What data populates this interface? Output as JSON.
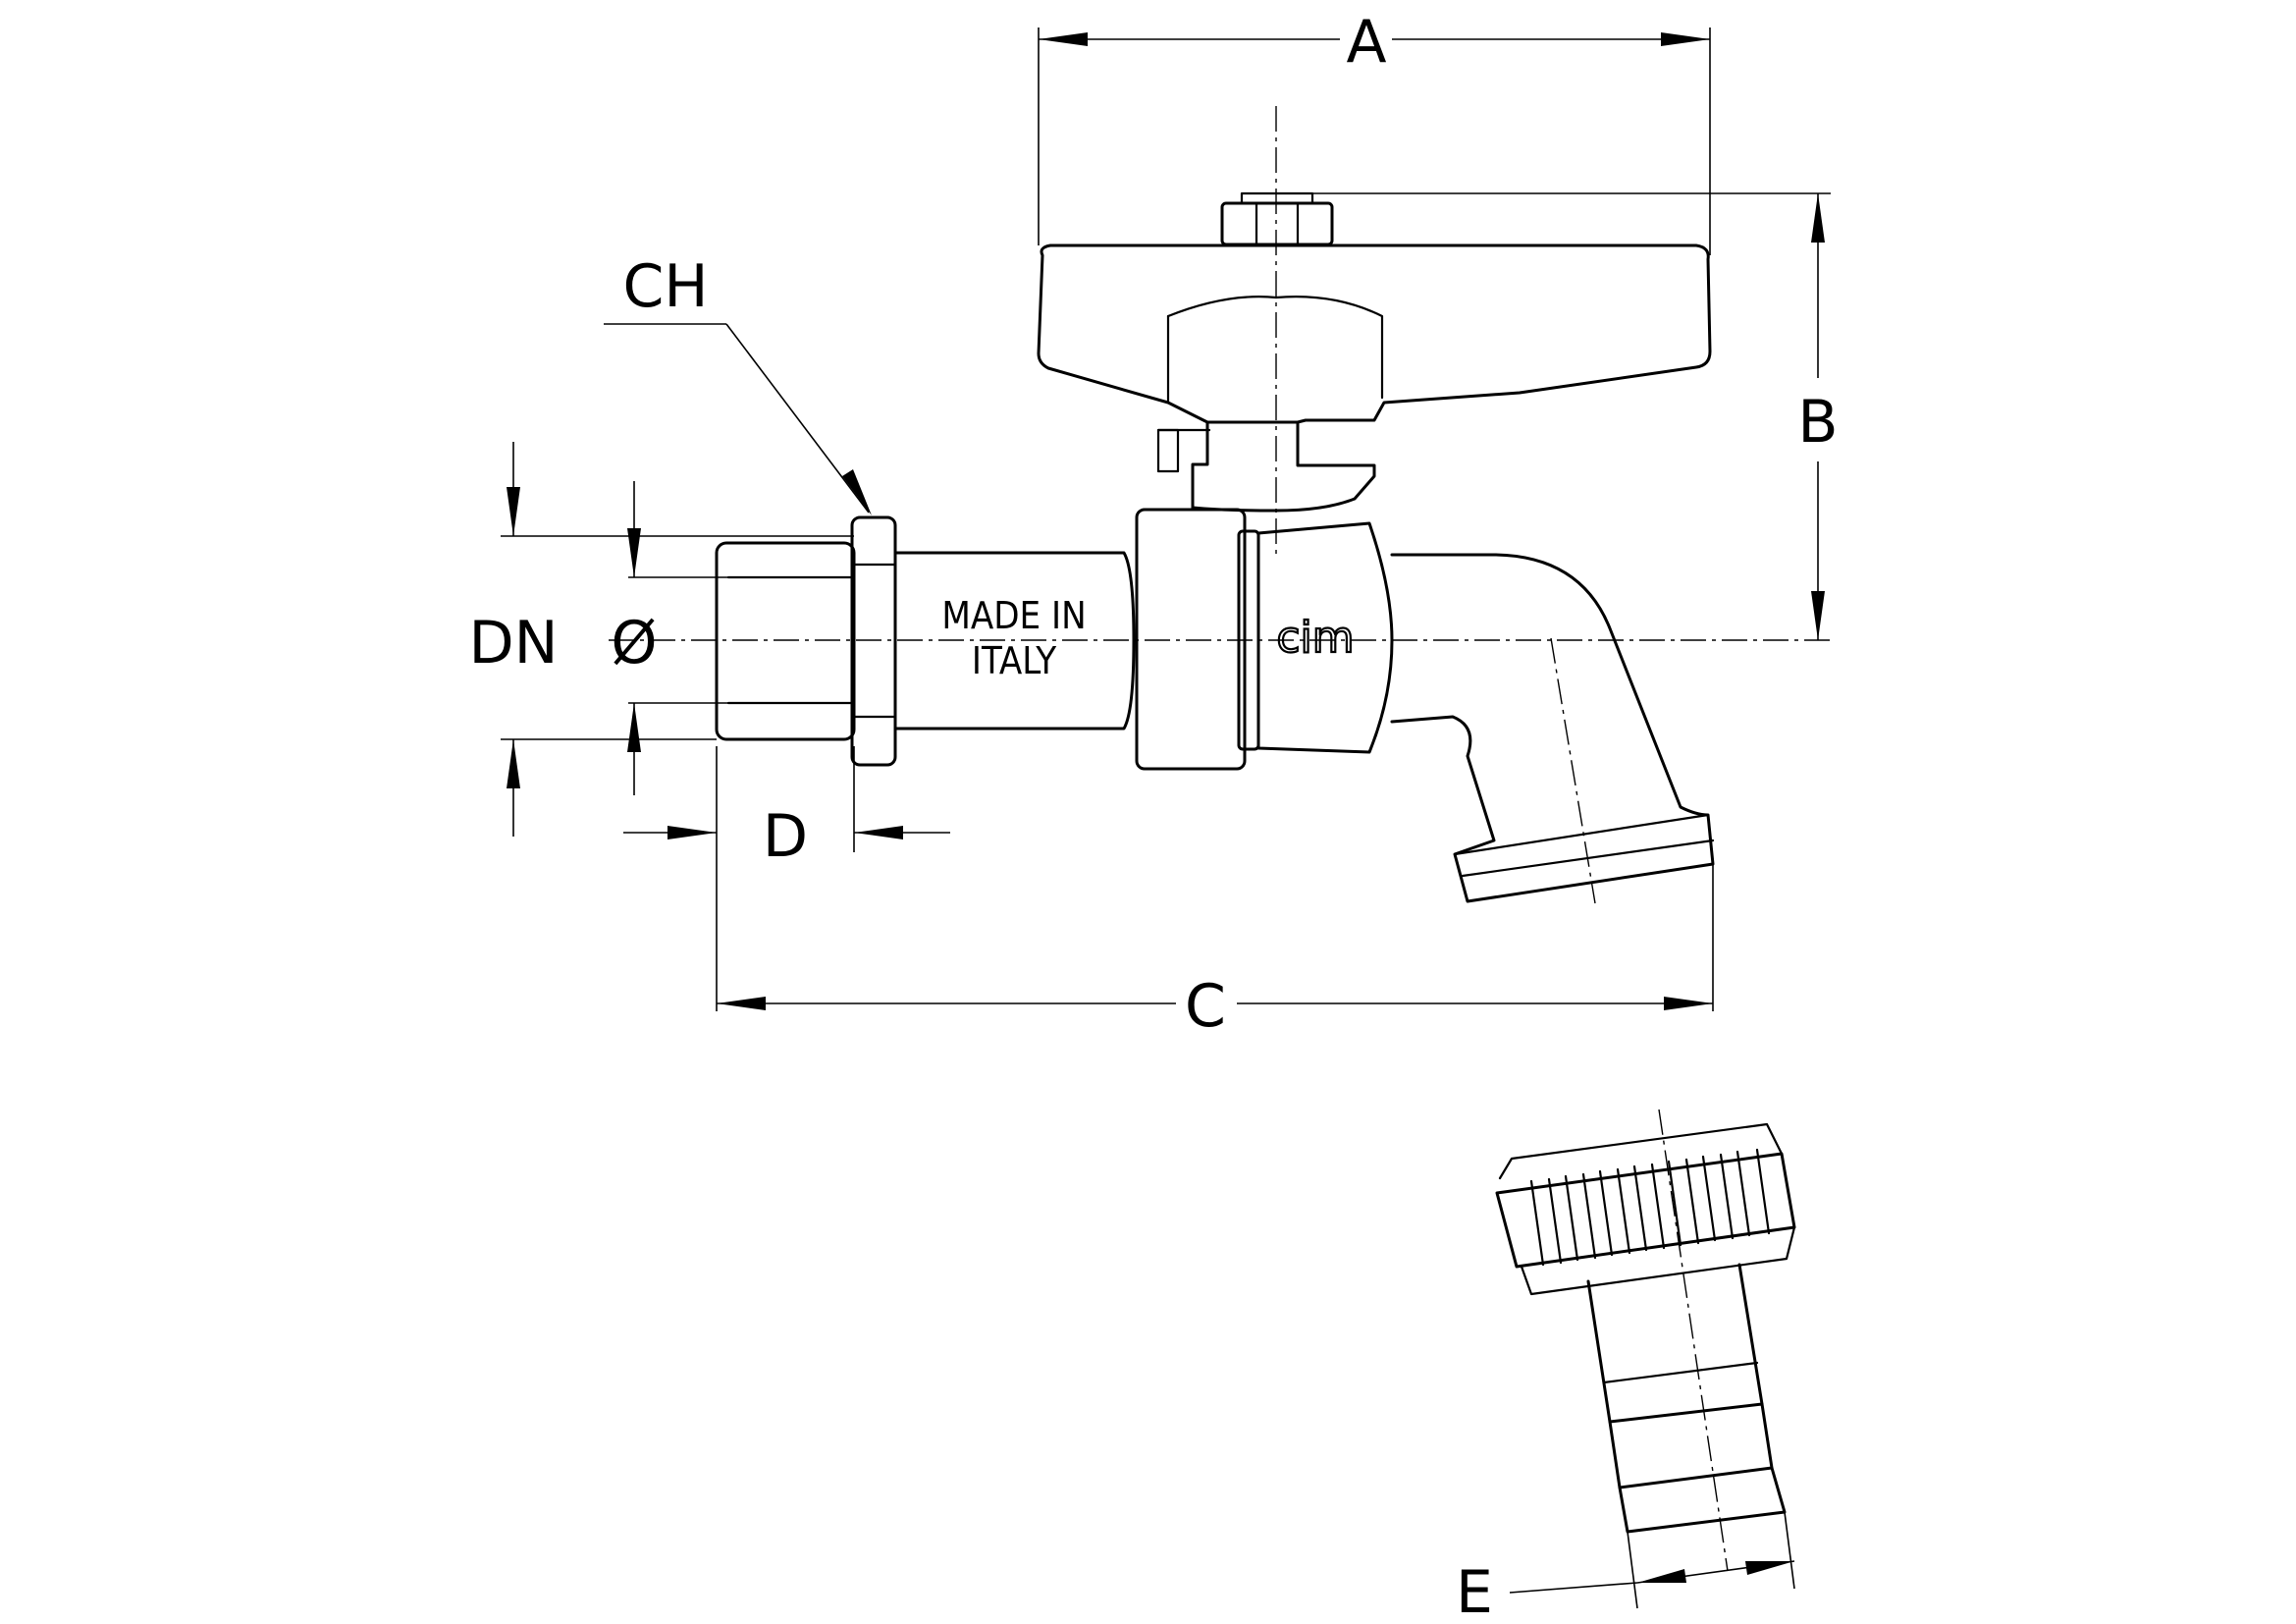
{
  "labels": {
    "A": "A",
    "B": "B",
    "C": "C",
    "D": "D",
    "E": "E",
    "CH": "CH",
    "DN": "DN",
    "phi": "Ø"
  },
  "body_marking": {
    "line1": "MADE IN",
    "line2": "ITALY",
    "logo": "cim"
  }
}
